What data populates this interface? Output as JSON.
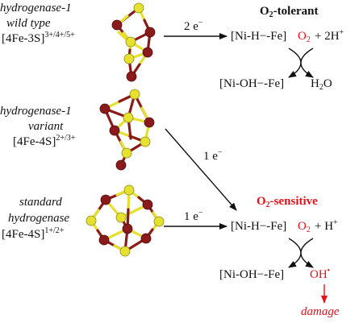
{
  "species": {
    "wild": {
      "line1": "hydrogenase-1",
      "line2": "wild type",
      "cluster": "[4Fe-3S]",
      "charge": "3+/4+/5+"
    },
    "variant": {
      "line1": "hydrogenase-1",
      "line2": "variant",
      "cluster": "[4Fe-4S]",
      "charge": "2+/3+"
    },
    "standard": {
      "line1": "standard",
      "line2": "hydrogenase",
      "cluster": "[4Fe-4S]",
      "charge": "1+/2+"
    }
  },
  "arrows": {
    "two_e": {
      "prefix": "2 e",
      "sign": "−"
    },
    "one_e_diag": {
      "prefix": "1 e",
      "sign": "−"
    },
    "one_e_std": {
      "prefix": "1 e",
      "sign": "−"
    }
  },
  "tolerant": {
    "title_o": "O",
    "title_sub": "2",
    "title_rest": "-tolerant",
    "reactant": "[Ni-H−-Fe]",
    "o2_o": "O",
    "o2_sub": "2",
    "plus": "+ 2H",
    "plus_charge": "+",
    "product": "[Ni-OH−-Fe]",
    "water_h": "H",
    "water_sub": "2",
    "water_o": "O"
  },
  "sensitive": {
    "title_o": "O",
    "title_sub": "2",
    "title_rest": "-sensitive",
    "reactant": "[Ni-H−-Fe]",
    "o2_o": "O",
    "o2_sub": "2",
    "plus": "+ H",
    "plus_charge": "+",
    "product": "[Ni-OH−-Fe]",
    "radical": "OH",
    "radical_dot": "•",
    "damage": "damage"
  },
  "colors": {
    "iron": "#8b1a1a",
    "sulfur": "#e6e12e",
    "accent": "#e8101a",
    "ink": "#111111"
  }
}
